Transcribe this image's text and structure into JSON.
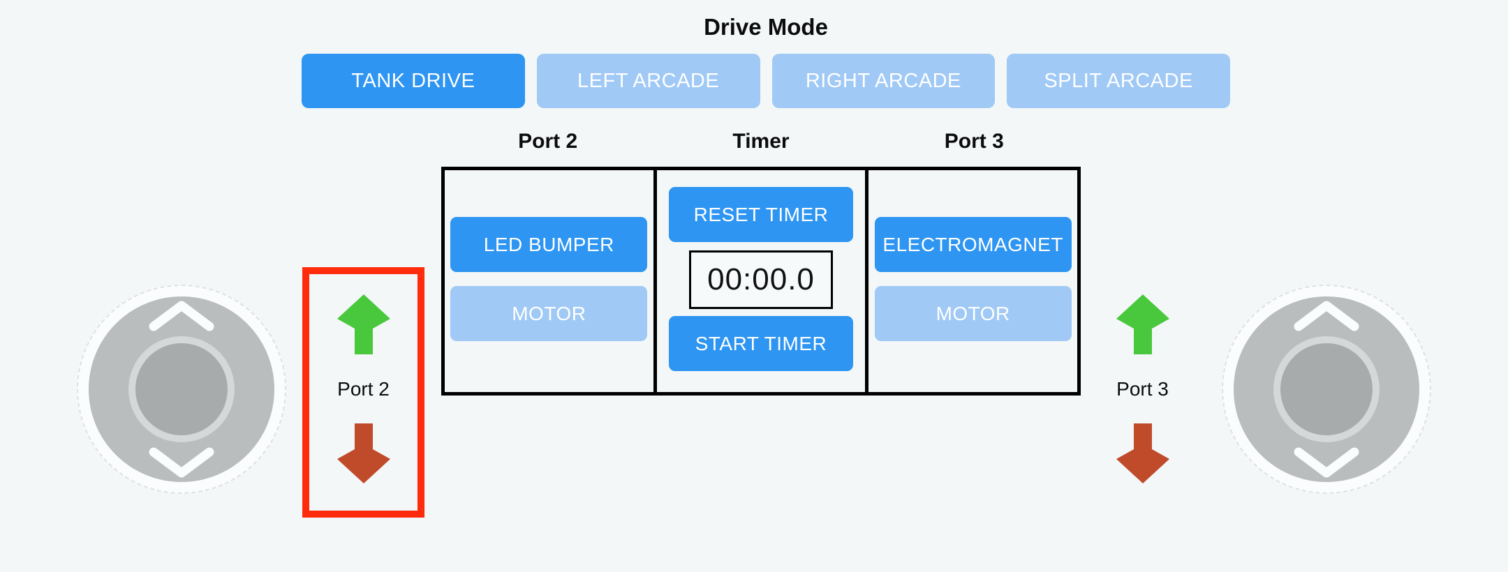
{
  "title": "Drive Mode",
  "drive_mode_buttons": [
    {
      "label": "TANK DRIVE",
      "state": "selected"
    },
    {
      "label": "LEFT ARCADE",
      "state": "unselected"
    },
    {
      "label": "RIGHT ARCADE",
      "state": "unselected"
    },
    {
      "label": "SPLIT ARCADE",
      "state": "unselected"
    }
  ],
  "control_table": {
    "headers": [
      "Port 2",
      "Timer",
      "Port 3"
    ],
    "port2_column": {
      "buttons": [
        {
          "label": "LED BUMPER",
          "state": "selected"
        },
        {
          "label": "MOTOR",
          "state": "unselected"
        }
      ]
    },
    "timer_column": {
      "reset_button": "RESET TIMER",
      "display": "00:00.0",
      "start_button": "START TIMER"
    },
    "port3_column": {
      "buttons": [
        {
          "label": "ELECTROMAGNET",
          "state": "selected"
        },
        {
          "label": "MOTOR",
          "state": "unselected"
        }
      ]
    }
  },
  "left_joystick_group": {
    "label": "Port 2",
    "up_icon": "green-up-arrow",
    "down_icon": "red-down-arrow",
    "highlighted": true
  },
  "right_joystick_group": {
    "label": "Port 3",
    "up_icon": "green-up-arrow",
    "down_icon": "red-down-arrow",
    "highlighted": false
  },
  "colors": {
    "background": "#F3F7F8",
    "accent_blue": "#2E95F2",
    "inactive_blue": "#A0C9F6",
    "highlight_red": "#FF2B0D",
    "arrow_green": "#4AC83D",
    "arrow_red": "#C04B2B",
    "table_border": "#000000"
  }
}
